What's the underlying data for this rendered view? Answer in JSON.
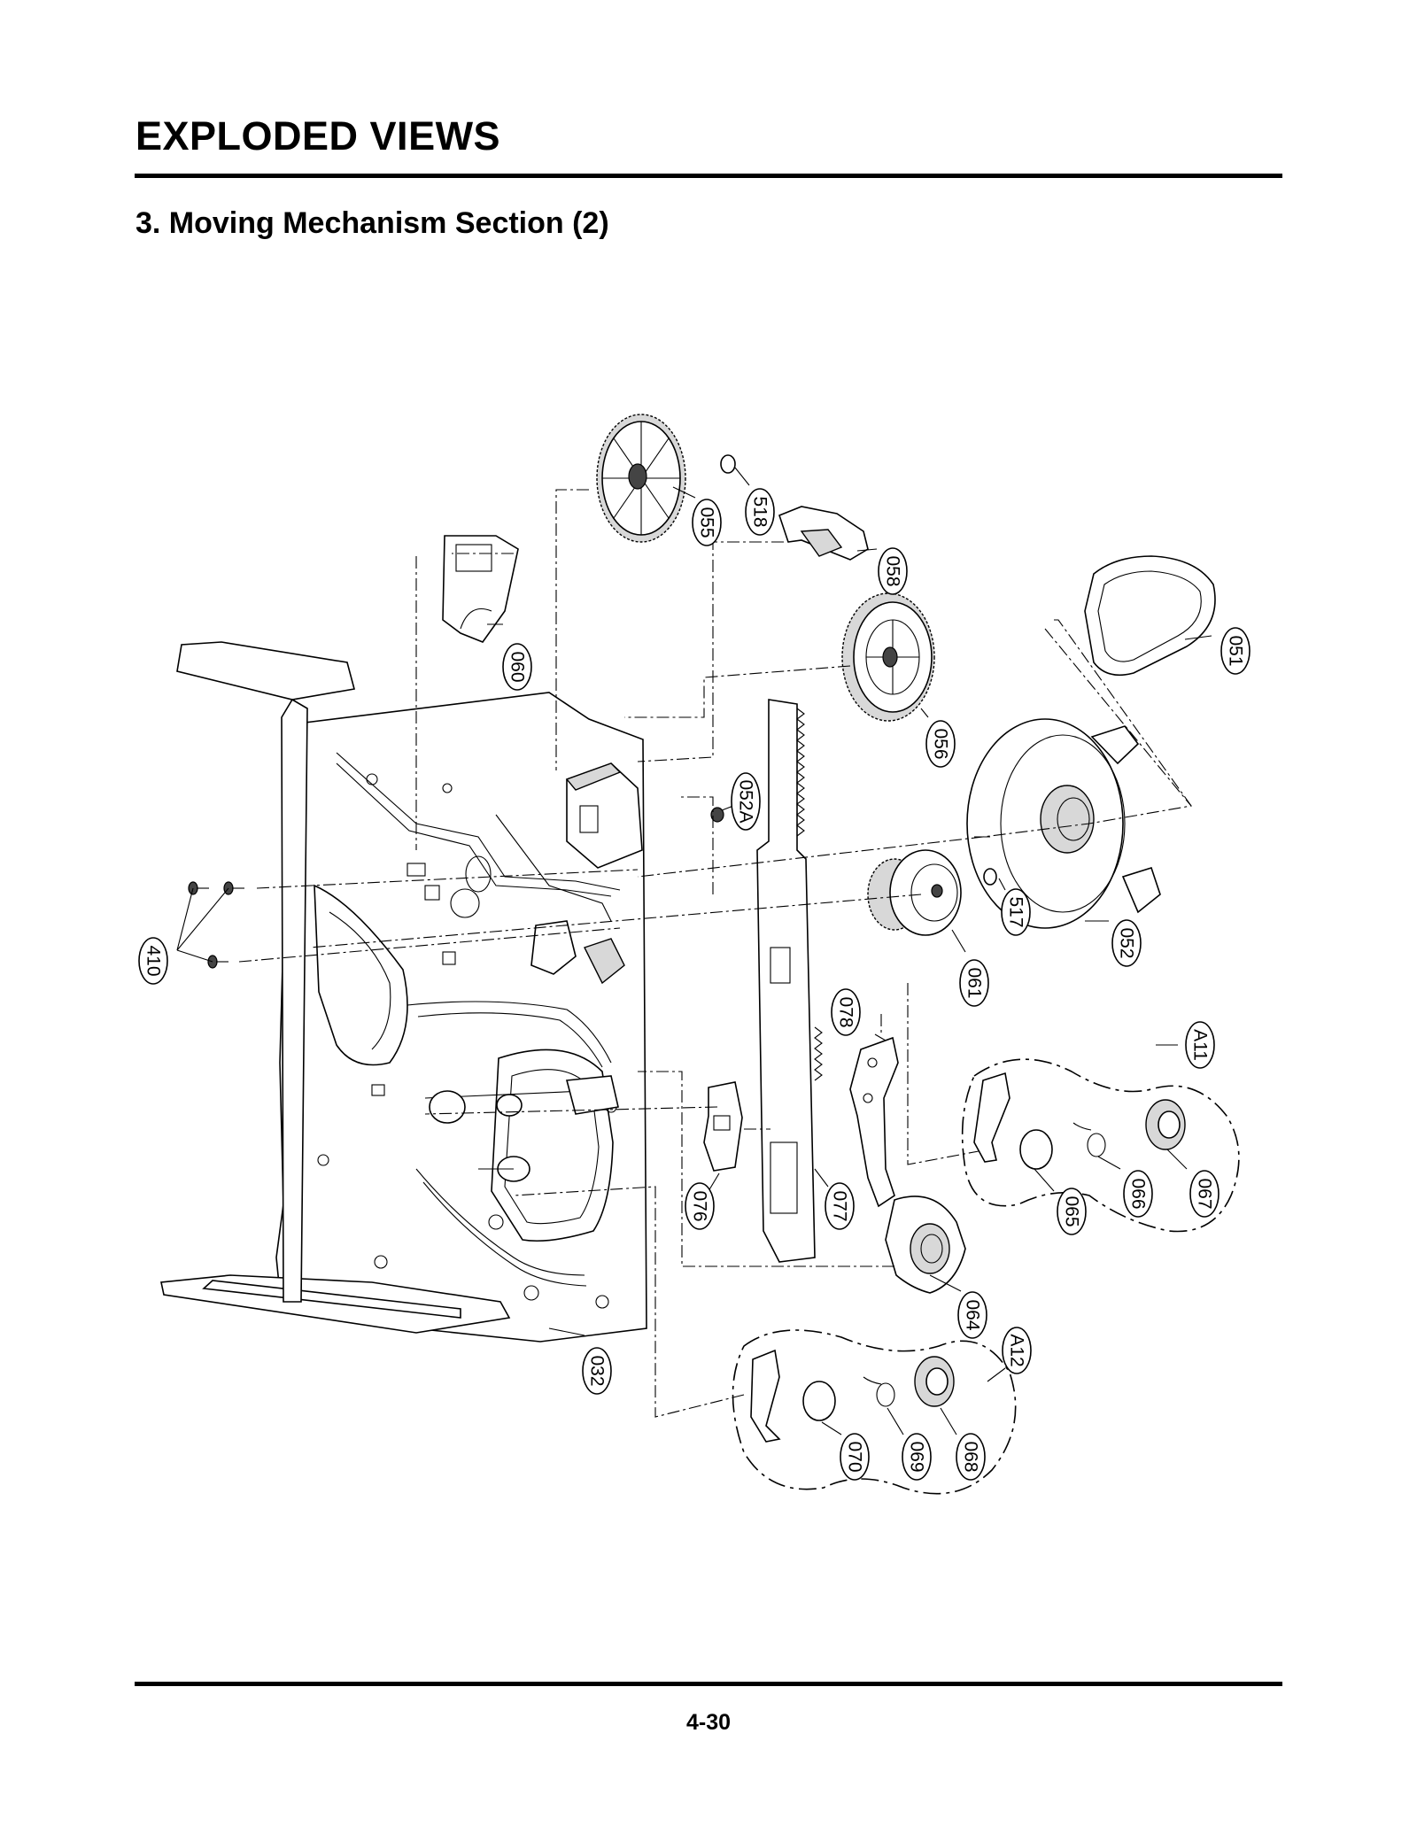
{
  "header": {
    "title": "EXPLODED VIEWS",
    "section": "3. Moving Mechanism Section (2)"
  },
  "footer": {
    "page_number": "4-30"
  },
  "callouts": {
    "p518": "518",
    "p055": "055",
    "p058": "058",
    "p060": "060",
    "p051": "051",
    "p056": "056",
    "p052A": "052A",
    "p052": "052",
    "p517": "517",
    "p061": "061",
    "p410": "410",
    "p078": "078",
    "pA11": "A11",
    "p076": "076",
    "p077": "077",
    "p065": "065",
    "p066": "066",
    "p067": "067",
    "p064": "064",
    "pA12": "A12",
    "p032": "032",
    "p070": "070",
    "p069": "069",
    "p068": "068"
  }
}
